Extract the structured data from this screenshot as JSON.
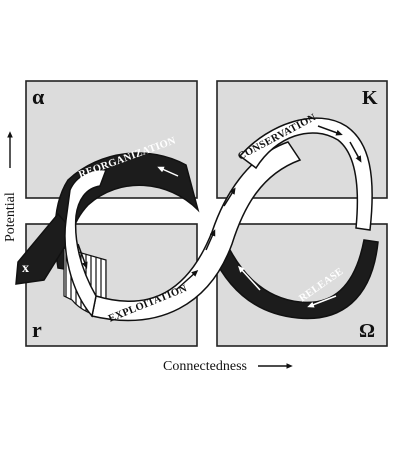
{
  "corners": {
    "alpha": "α",
    "k": "K",
    "r": "r",
    "omega": "Ω",
    "x": "x"
  },
  "axes": {
    "y": "Potential",
    "x": "Connectedness"
  },
  "phases": {
    "reorganization": "REORGANIZATION",
    "conservation": "CONSERVATION",
    "exploitation": "EXPLOITATION",
    "release": "RELEASE"
  },
  "colors": {
    "panel": "#dcdcdc",
    "dark_band": "#1c1c1c",
    "light_band": "#ffffff"
  }
}
